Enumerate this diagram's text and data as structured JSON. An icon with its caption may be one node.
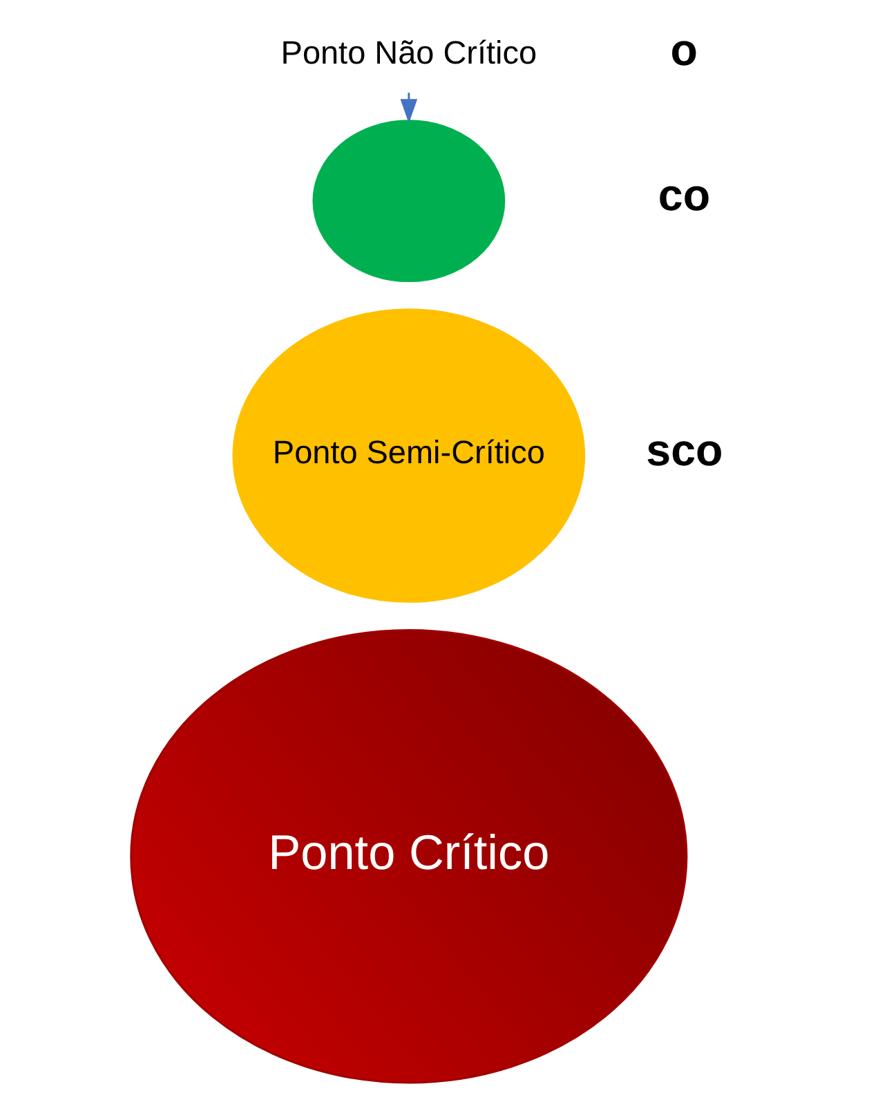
{
  "diagram": {
    "nodes": [
      {
        "text": [
          "Ponto Não Crítico"
        ]
      },
      {
        "text": [],
        "shape": "circle"
      },
      {
        "text": [
          "Ponto Semi-Crítico"
        ]
      },
      {
        "text": [
          "Ponto Crítico"
        ]
      }
    ],
    "edges": [
      {
        "from": 0,
        "to": 1,
        "arrow": "to",
        "color": "#4472c4"
      }
    ],
    "labels": [
      "o",
      "co",
      "sco"
    ]
  }
}
